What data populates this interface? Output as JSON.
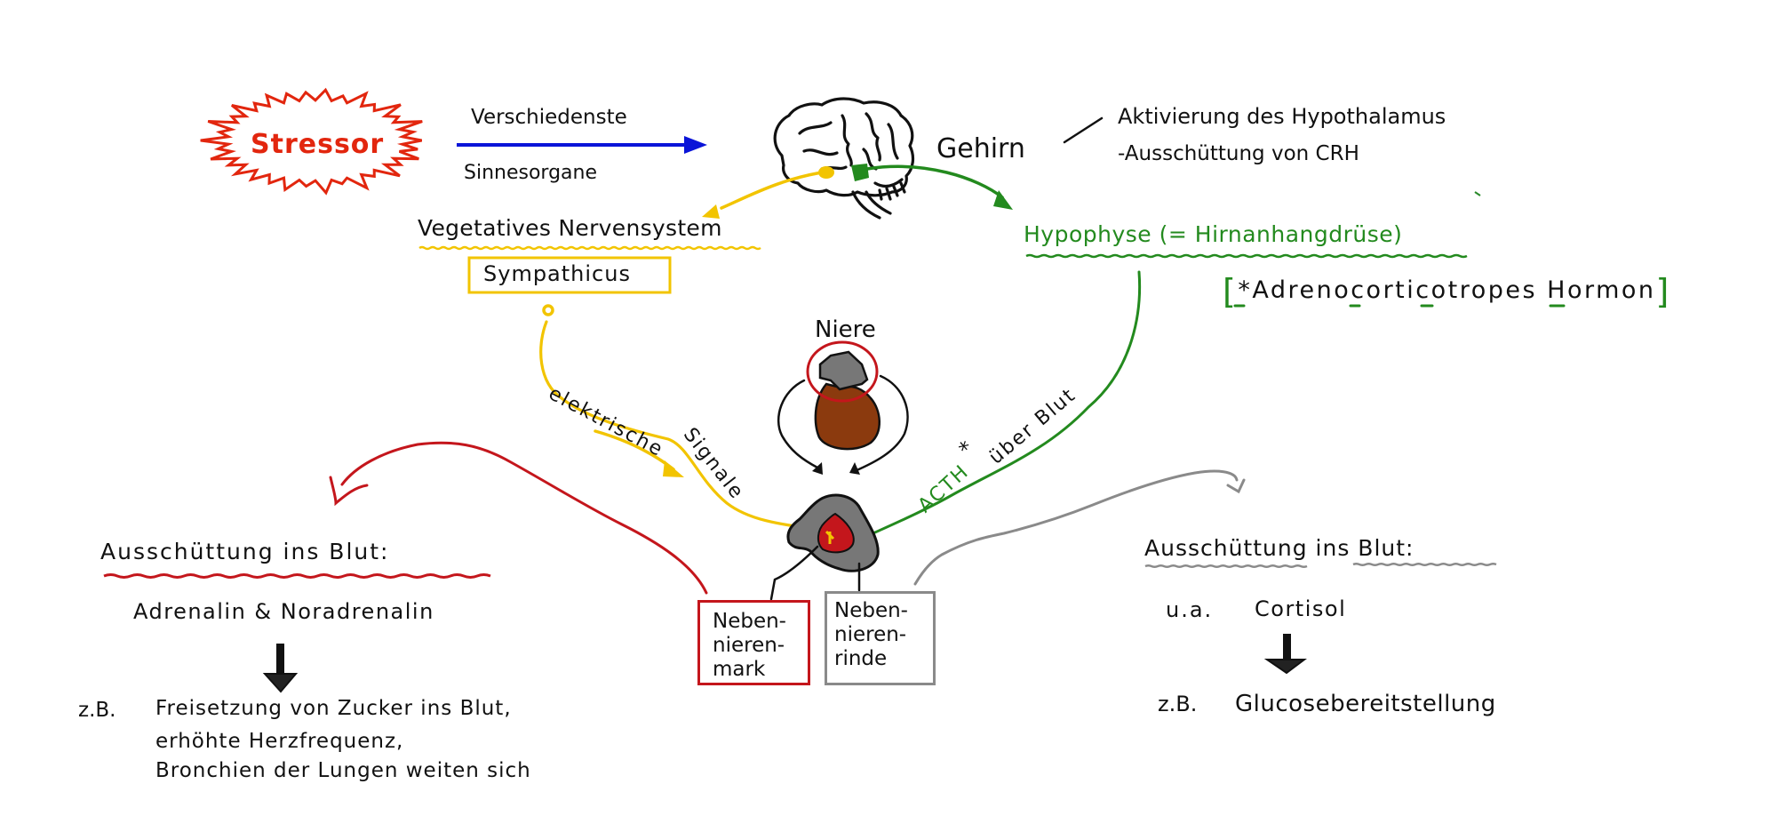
{
  "diagram": {
    "title": "Stressreaktion",
    "colors": {
      "stressor": "#e2260e",
      "sensory_arrow": "#0a14d8",
      "sympathetic": "#f2c400",
      "hypophysis": "#238a1e",
      "medulla": "#c4161c",
      "cortex": "#8a8a8a",
      "kidney": "#8b3a0e",
      "adrenal": "#777777",
      "ink": "#111111"
    },
    "stressor": {
      "label": "Stressor",
      "icon": "burst-icon"
    },
    "sensory": {
      "label_top": "Verschiedenste",
      "label_bottom": "Sinnesorgane",
      "icon": "arrow-right-icon"
    },
    "brain": {
      "label": "Gehirn",
      "icon": "brain-icon",
      "note_line1": "Aktivierung des Hypothalamus",
      "note_line2": "-Ausschüttung von CRH"
    },
    "nervous_system": {
      "label": "Vegetatives Nervensystem",
      "branch": "Sympathicus"
    },
    "pituitary": {
      "label": "Hypophyse (= Hirnanhangdrüse)",
      "footnote_open": "[",
      "footnote_text": "*Adrenocorticotropes Hormon",
      "footnote_close": "]"
    },
    "paths": {
      "electric_label_1": "elektrische",
      "electric_label_2": "Signale",
      "hormone_label": "ACTH",
      "hormone_star": "*",
      "hormone_route": "über Blut"
    },
    "kidney": {
      "label": "Niere",
      "icon": "kidney-icon"
    },
    "adrenal": {
      "icon": "adrenal-gland-icon",
      "medulla_label": "Neben-\nnieren-\nmark",
      "cortex_label": "Neben-\nnieren-\nrinde"
    },
    "left_panel": {
      "heading": "Ausschüttung ins Blut:",
      "hormones": "Adrenalin & Noradrenalin",
      "example_prefix": "z.B.",
      "effects": [
        "Freisetzung von Zucker ins Blut,",
        "erhöhte Herzfrequenz,",
        "Bronchien der Lungen weiten sich"
      ]
    },
    "right_panel": {
      "heading": "Ausschüttung ins Blut:",
      "hormones_prefix": "u.a.",
      "hormones": "Cortisol",
      "example_prefix": "z.B.",
      "effect": "Glucosebereitstellung"
    }
  }
}
